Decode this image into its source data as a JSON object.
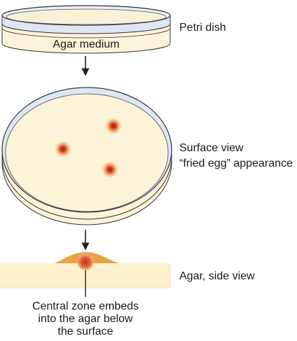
{
  "labels": {
    "petri_dish": "Petri dish",
    "agar_medium": "Agar medium",
    "surface_view_line1": "Surface view",
    "surface_view_line2": "“fried egg” appearance",
    "side_view": "Agar, side view",
    "caption_line1": "Central zone embeds",
    "caption_line2": "into the agar below",
    "caption_line3": "the surface"
  },
  "colors": {
    "dish_rim": "#dde7f5",
    "agar_fill": "#fbf4d9",
    "outline": "#333333",
    "colony_halo": "#f2b36b",
    "colony_center": "#c8322a",
    "side_mound": "#e8a344"
  },
  "icons": {
    "arrow": "arrow-down-icon"
  }
}
